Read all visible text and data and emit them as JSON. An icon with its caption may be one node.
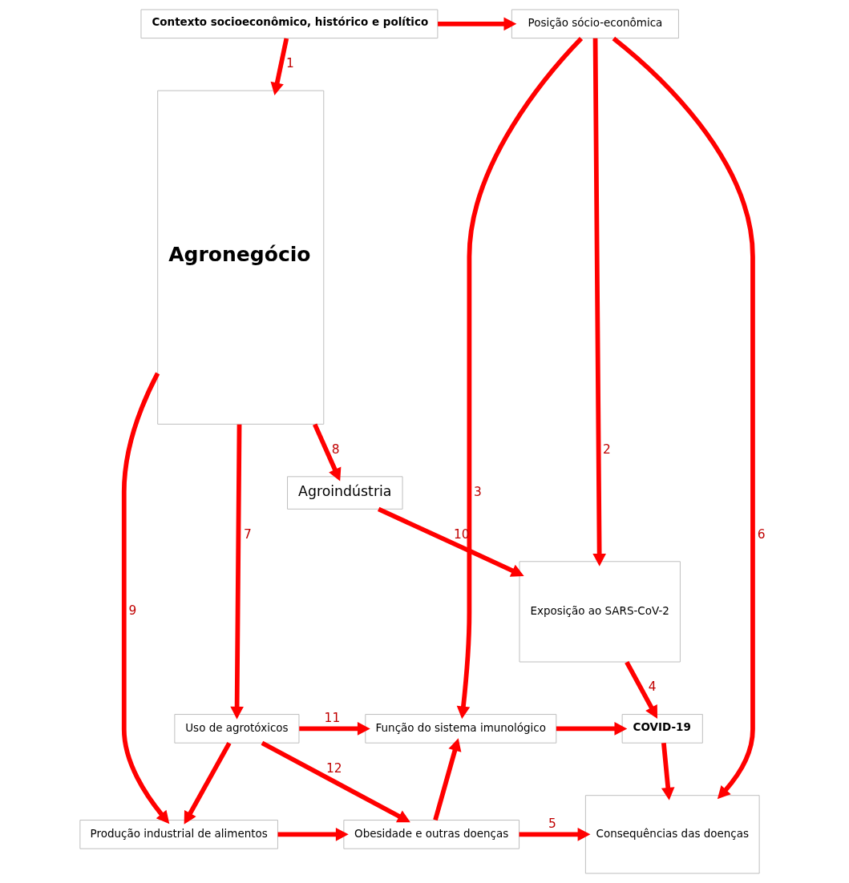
{
  "diagram": {
    "nodes": [
      {
        "text": [
          "Contexto socioeconômico, histórico e político"
        ]
      },
      {
        "text": [
          "Posição sócio-econômica"
        ]
      },
      {
        "text": [
          "Agronegócio"
        ]
      },
      {
        "text": [
          "Agroindústria"
        ]
      },
      {
        "text": [
          "Exposição ao SARS-CoV-2"
        ]
      },
      {
        "text": [
          "Uso de agrotóxicos"
        ]
      },
      {
        "text": [
          "Função do sistema imunológico"
        ]
      },
      {
        "text": [
          "COVID-19"
        ]
      },
      {
        "text": [
          "Produção industrial de alimentos"
        ]
      },
      {
        "text": [
          "Obesidade e outras doenças"
        ]
      },
      {
        "text": [
          "Consequências das doenças"
        ]
      }
    ],
    "edges": [
      {
        "from": 0,
        "to": 1,
        "arrow": "to"
      },
      {
        "from": 0,
        "to": 2,
        "arrow": "to",
        "label": "1"
      },
      {
        "from": 1,
        "to": 4,
        "arrow": "to",
        "label": "2"
      },
      {
        "from": 1,
        "to": 6,
        "arrow": "to",
        "label": "3"
      },
      {
        "from": 4,
        "to": 7,
        "arrow": "to",
        "label": "4"
      },
      {
        "from": 6,
        "to": 7,
        "arrow": "to"
      },
      {
        "from": 9,
        "to": 10,
        "arrow": "to",
        "label": "5"
      },
      {
        "from": 7,
        "to": 10,
        "arrow": "to"
      },
      {
        "from": 1,
        "to": 10,
        "arrow": "to",
        "label": "6"
      },
      {
        "from": 2,
        "to": 5,
        "arrow": "to",
        "label": "7"
      },
      {
        "from": 2,
        "to": 3,
        "arrow": "to",
        "label": "8"
      },
      {
        "from": 2,
        "to": 8,
        "arrow": "to",
        "label": "9"
      },
      {
        "from": 3,
        "to": 4,
        "arrow": "to",
        "label": "10"
      },
      {
        "from": 5,
        "to": 6,
        "arrow": "to",
        "label": "11"
      },
      {
        "from": 5,
        "to": 9,
        "arrow": "to",
        "label": "12"
      },
      {
        "from": 5,
        "to": 8,
        "arrow": "to"
      },
      {
        "from": 8,
        "to": 9,
        "arrow": "to"
      },
      {
        "from": 9,
        "to": 6,
        "arrow": "to"
      }
    ]
  }
}
